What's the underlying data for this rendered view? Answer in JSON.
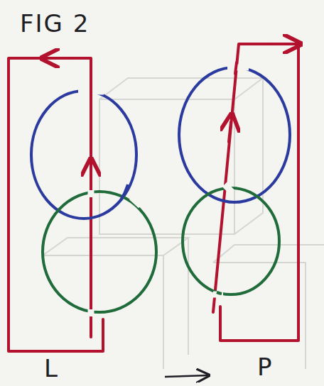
{
  "diagram": {
    "title": "FIG 2",
    "labels": [
      "L",
      "P"
    ]
  }
}
